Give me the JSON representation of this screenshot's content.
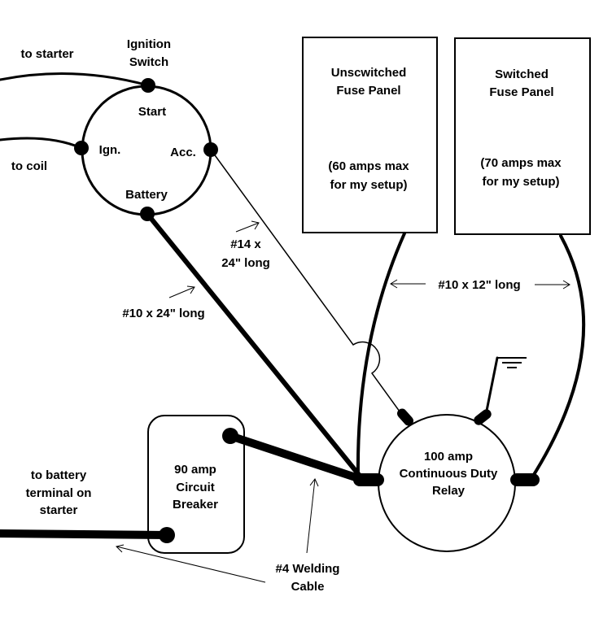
{
  "colors": {
    "ink": "#000000",
    "background": "#ffffff"
  },
  "ignition_switch": {
    "title_line1": "Ignition",
    "title_line2": "Switch",
    "terminal_start": "Start",
    "terminal_ign": "Ign.",
    "terminal_acc": "Acc.",
    "terminal_battery": "Battery"
  },
  "wire_labels": {
    "to_starter": "to starter",
    "to_coil": "to coil",
    "acc_wire_line1": "#14 x",
    "acc_wire_line2": "24\" long",
    "battery_wire": "#10 x 24\" long",
    "fuse_wires": "#10 x 12\" long",
    "welding_cable_line1": "#4 Welding",
    "welding_cable_line2": "Cable",
    "battery_terminal_line1": "to battery",
    "battery_terminal_line2": "terminal on",
    "battery_terminal_line3": "starter"
  },
  "unswitched_panel": {
    "line1": "Unscwitched",
    "line2": "Fuse Panel",
    "line3": "(60 amps max",
    "line4": "for my setup)"
  },
  "switched_panel": {
    "line1": "Switched",
    "line2": "Fuse Panel",
    "line3": "(70 amps max",
    "line4": "for my setup)"
  },
  "circuit_breaker": {
    "line1": "90 amp",
    "line2": "Circuit",
    "line3": "Breaker"
  },
  "relay": {
    "line1": "100 amp",
    "line2": "Continuous Duty",
    "line3": "Relay"
  },
  "ground_symbol": "ground-icon"
}
